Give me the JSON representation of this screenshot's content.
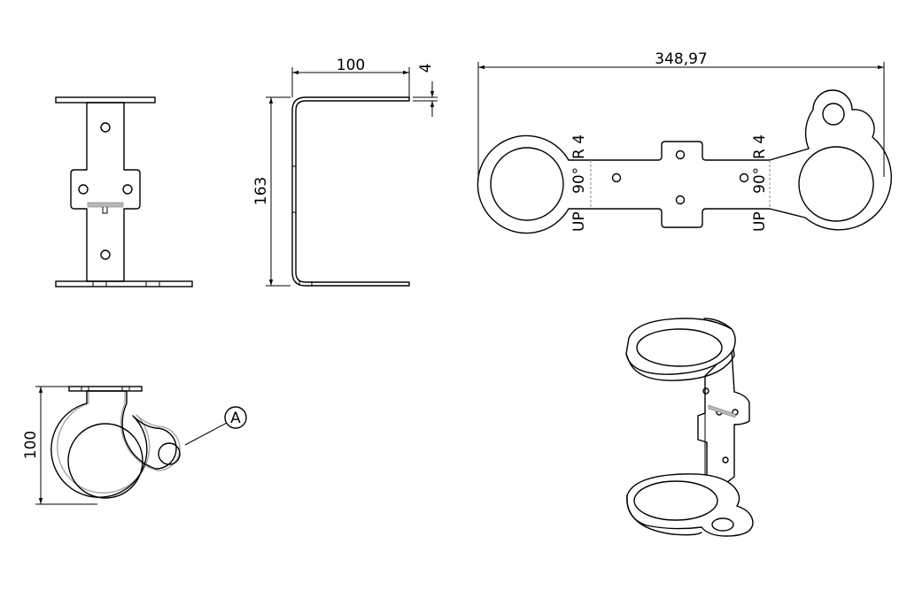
{
  "dimensions": {
    "side_width": "100",
    "side_thickness": "4",
    "side_height": "163",
    "flat_length": "348,97",
    "top_height": "100"
  },
  "bend_notes": {
    "left": {
      "radius": "R 4",
      "angle": "90°",
      "direction": "UP"
    },
    "right": {
      "radius": "R 4",
      "angle": "90°",
      "direction": "UP"
    }
  },
  "callout": {
    "label": "A"
  }
}
